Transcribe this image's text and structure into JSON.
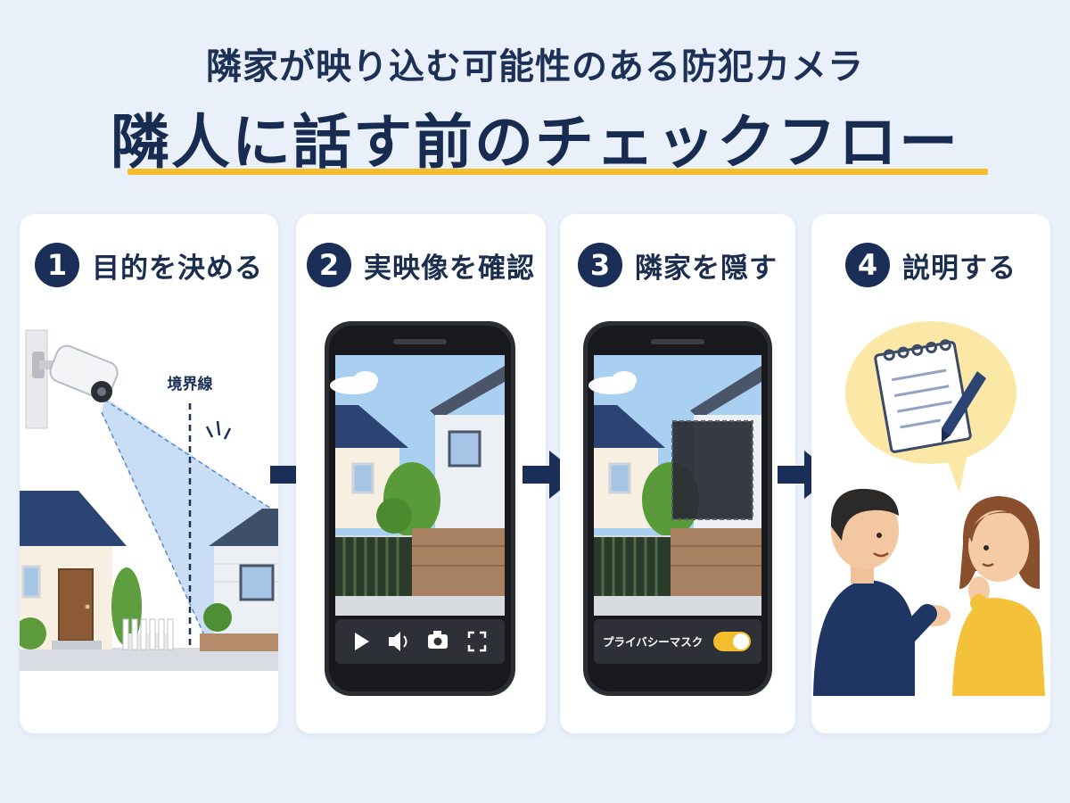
{
  "header": {
    "subtitle": "隣家が映り込む可能性のある防犯カメラ",
    "title": "隣人に話す前のチェックフロー"
  },
  "steps": [
    {
      "number": "1",
      "label": "目的を決める",
      "annotation": "境界線"
    },
    {
      "number": "2",
      "label": "実映像を確認",
      "controls": [
        "play-icon",
        "volume-icon",
        "camera-icon",
        "fullscreen-icon"
      ]
    },
    {
      "number": "3",
      "label": "隣家を隠す",
      "toggle_label": "プライバシーマスク",
      "toggle_on": true
    },
    {
      "number": "4",
      "label": "説明する"
    }
  ],
  "colors": {
    "background": "#e9f0fa",
    "navy": "#1b2e57",
    "accent_yellow": "#f2be2e"
  }
}
